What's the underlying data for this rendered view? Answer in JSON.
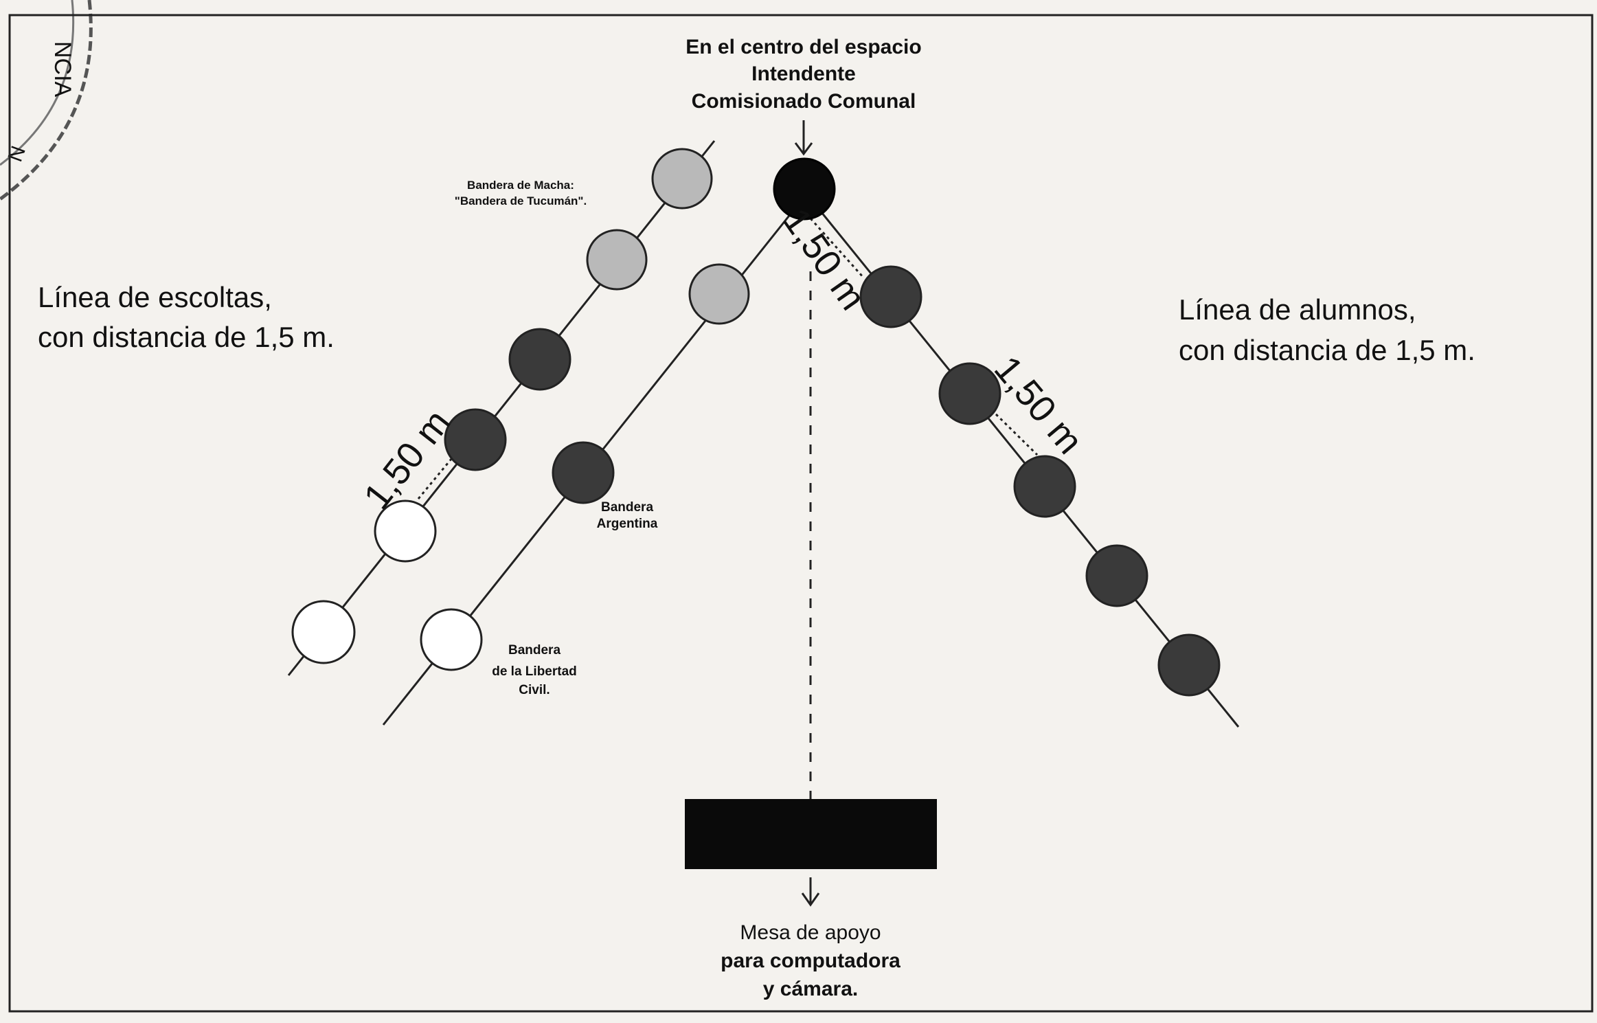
{
  "title": {
    "line1": "En el centro del espacio",
    "line2": "Intendente",
    "line3": "Comisionado Comunal"
  },
  "labels": {
    "escoltas_line1": "Línea de escoltas,",
    "escoltas_line2": "con distancia de 1,5 m.",
    "alumnos_line1": "Línea de alumnos,",
    "alumnos_line2": "con distancia de 1,5 m.",
    "macha_line1": "Bandera de Macha:",
    "macha_line2": "\"Bandera de Tucumán\".",
    "argentina_line1": "Bandera",
    "argentina_line2": "Argentina",
    "libertad_line1": "Bandera",
    "libertad_line2": "de la Libertad",
    "libertad_line3": "Civil.",
    "distance_center": "1,50 m",
    "distance_left": "1,50 m",
    "distance_right": "1,50 m",
    "mesa_line1": "Mesa de apoyo",
    "mesa_line2": "para computadora",
    "mesa_line3": "y cámara."
  },
  "stamp": {
    "text_top": "NCIA",
    "text_side": "N"
  },
  "colors": {
    "black": "#0a0a0a",
    "dark_gray": "#3a3a3a",
    "light_gray": "#b9b9b9",
    "white": "#ffffff"
  }
}
